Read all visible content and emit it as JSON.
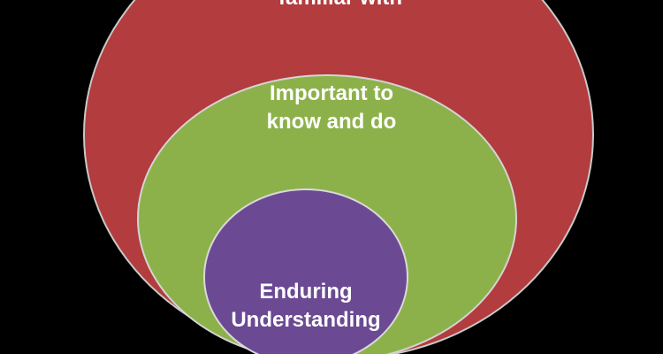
{
  "diagram": {
    "background_color": "#000000",
    "circles": [
      {
        "id": "outer",
        "color": "#b23c3e",
        "label": "familiar with"
      },
      {
        "id": "middle",
        "color": "#8db14a",
        "label_line1": "Important to",
        "label_line2": "know and do"
      },
      {
        "id": "inner",
        "color": "#6b4a93",
        "label_line1": "Enduring",
        "label_line2": "Understanding"
      }
    ]
  }
}
